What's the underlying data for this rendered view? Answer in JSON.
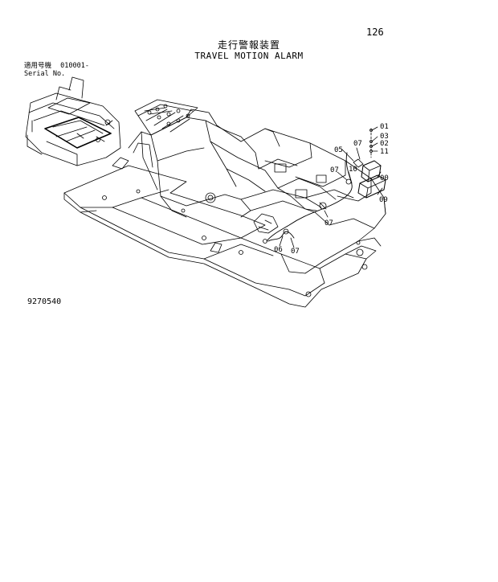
{
  "page_number": "126",
  "title_jp": "走行警報装置",
  "title_en": "TRAVEL MOTION ALARM",
  "serial": {
    "label_jp": "適用号機",
    "value": "010001-",
    "label_en": "Serial No."
  },
  "doc_code": "9270540",
  "part_labels": [
    "01",
    "03",
    "02",
    "11",
    "05",
    "07",
    "07",
    "00",
    "10",
    "09",
    "07",
    "06",
    "07"
  ]
}
